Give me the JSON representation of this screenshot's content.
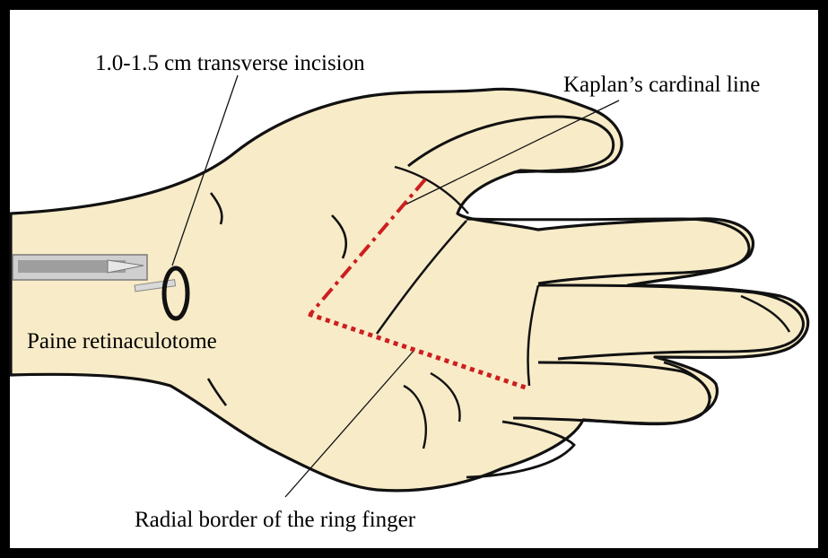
{
  "labels": {
    "incision": "1.0-1.5 cm transverse incision",
    "kaplan": "Kaplan’s cardinal line",
    "paine": "Paine retinaculotome",
    "ring_finger": "Radial border of the ring finger"
  },
  "colors": {
    "skin": "#f8ebc8",
    "outline": "#111111",
    "dotted_line": "#cc1f1f",
    "frame": "#000000",
    "instrument": "#b4b4b4"
  }
}
